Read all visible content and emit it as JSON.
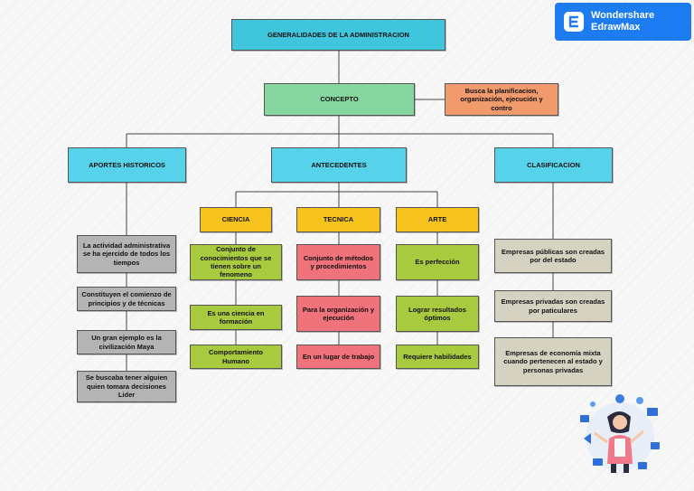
{
  "brand": {
    "line1": "Wondershare",
    "line2": "EdrawMax"
  },
  "diagram": {
    "root": "GENERALIDADES DE LA ADMINISTRACION",
    "concept": "CONCEPTO",
    "concept_note": "Busca la planificacion, organización, ejecución y contro",
    "branches": {
      "aportes": "APORTES HISTORICOS",
      "antecedentes": "ANTECEDENTES",
      "clasificacion": "CLASIFICACION"
    },
    "aportes_items": [
      "La actividad administrativa se ha ejercido de todos los tiempos",
      "Constituyen el comienzo de principios y de técnicas",
      "Un gran ejemplo es la civilización Maya",
      "Se buscaba tener alguien quien tomara decisiones Lider"
    ],
    "ciencia": {
      "title": "CIENCIA",
      "items": [
        "Conjunto de conocimientos que se tienen sobre un fenomeno",
        "Es una ciencia en formación",
        "Comportamiento Humano"
      ]
    },
    "tecnica": {
      "title": "TECNICA",
      "items": [
        "Conjunto de métodos y procedimientos",
        "Para la organización y ejecución",
        "En un lugar de trabajo"
      ]
    },
    "arte": {
      "title": "ARTE",
      "items": [
        "Es perfección",
        "Lograr resultados óptimos",
        "Requiere habilidades"
      ]
    },
    "clasificacion_items": [
      "Empresas públicas son creadas por del estado",
      "Empresas privadas son creadas por paticulares",
      "Empresas de economía mixta cuando pertenecen al estado y personas privadas"
    ]
  }
}
